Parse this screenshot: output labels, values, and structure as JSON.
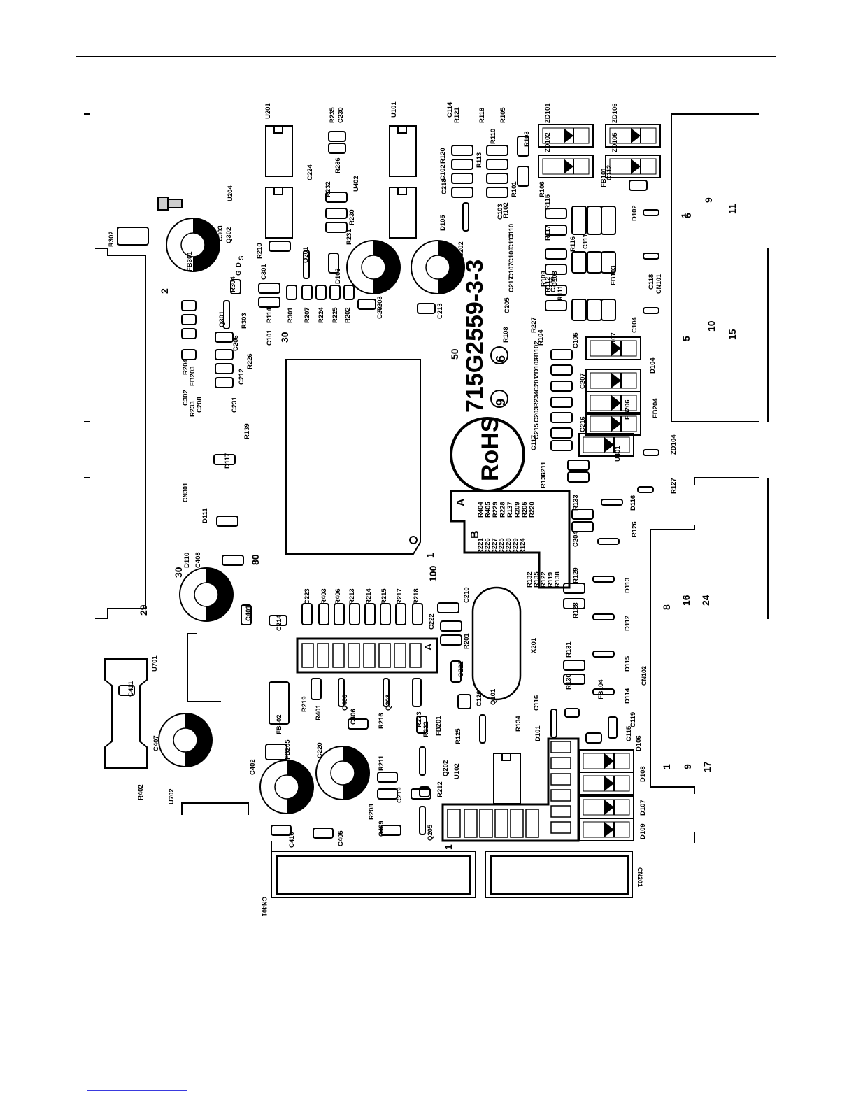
{
  "board": {
    "part_number": "715G2559-3-3",
    "rohs_label": "RoHS",
    "rev_marks": [
      "9",
      "6"
    ],
    "silk_numbers": [
      "2",
      "30",
      "50",
      "80",
      "100",
      "1",
      "29",
      "30",
      "1",
      "9",
      "6",
      "5",
      "10",
      "15",
      "11",
      "1",
      "8",
      "16",
      "24",
      "1",
      "9",
      "17"
    ]
  },
  "connectors": {
    "cn401": "CN401",
    "cn201": "CN201",
    "cn301": "CN301",
    "cn101": "CN101",
    "cn102": "CN102"
  },
  "blocks": {
    "a_label": "A",
    "b_label": "B",
    "a_refs": [
      "R404",
      "R405",
      "R229",
      "R228",
      "R137",
      "R209",
      "R205",
      "R220"
    ],
    "b_refs": [
      "R221",
      "C226",
      "C227",
      "C225",
      "C228",
      "C229",
      "R124",
      "R132",
      "R135",
      "R122",
      "R119",
      "R138"
    ],
    "resistor_array_label": "A"
  },
  "labels": [
    "U201",
    "R235",
    "C230",
    "U101",
    "C114",
    "R121",
    "R118",
    "R105",
    "ZD101",
    "ZD106",
    "R110",
    "R103",
    "ZD102",
    "ZD105",
    "R120",
    "C102",
    "R113",
    "C224",
    "R236",
    "R232",
    "U402",
    "C218",
    "R101",
    "R106",
    "FB101",
    "C112",
    "U204",
    "R230",
    "R102",
    "R231",
    "D105",
    "C103",
    "R115",
    "D102",
    "R302",
    "C303",
    "Q302",
    "R210",
    "Q201",
    "C110",
    "C113",
    "R117",
    "R116",
    "C111",
    "C301",
    "C106",
    "R304",
    "FB301",
    "C202",
    "C107",
    "R109",
    "R112",
    "C108",
    "FB103",
    "C118",
    "D103",
    "C217",
    "C109",
    "R111",
    "R114",
    "R301",
    "R207",
    "R224",
    "R225",
    "R202",
    "R203",
    "C209",
    "C213",
    "C205",
    "C101",
    "R303",
    "Q301",
    "C206",
    "C212",
    "R226",
    "R227",
    "R104",
    "R108",
    "C105",
    "R107",
    "C104",
    "D104",
    "FB102",
    "ZD103",
    "C201",
    "C207",
    "R204",
    "FB203",
    "C302",
    "R233",
    "C208",
    "C231",
    "R234",
    "C203",
    "C215",
    "C216",
    "FB206",
    "FB204",
    "C117",
    "R139",
    "U401",
    "ZD104",
    "D117",
    "C211",
    "R136",
    "R133",
    "R127",
    "D116",
    "D111",
    "C204",
    "R126",
    "D110",
    "C408",
    "C223",
    "R403",
    "R406",
    "R213",
    "R214",
    "R215",
    "R217",
    "R218",
    "R129",
    "D113",
    "C210",
    "C401",
    "C214",
    "C222",
    "R128",
    "D112",
    "R201",
    "X201",
    "U701",
    "R131",
    "D115",
    "C221",
    "C411",
    "R130",
    "D114",
    "FB104",
    "R219",
    "R401",
    "Q403",
    "Q203",
    "C120",
    "Q101",
    "C116",
    "C119",
    "FB402",
    "C406",
    "R216",
    "R223",
    "R222",
    "FB201",
    "R125",
    "R134",
    "D101",
    "C115",
    "D106",
    "C407",
    "FB205",
    "C220",
    "R211",
    "Q202",
    "U102",
    "D108",
    "C402",
    "R212",
    "R402",
    "U702",
    "R208",
    "C219",
    "D107",
    "C410",
    "C405",
    "C409",
    "Q205",
    "D109",
    "S",
    "D",
    "G"
  ],
  "footer": ""
}
